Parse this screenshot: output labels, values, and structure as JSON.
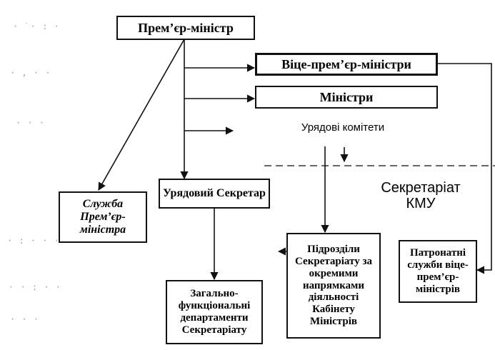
{
  "nodes": {
    "prime_minister": "Прем’єр-міністр",
    "vice_prime_ministers": "Віце-прем’єр-міністри",
    "ministers": "Міністри",
    "government_committees": "Урядові комітети",
    "pm_service": "Служба Прем’єр-міністра",
    "government_secretary": "Урядовий Секретар",
    "secretariat_cmu": "Секретаріат КМУ",
    "secretariat_subdivisions": "Підрозділи Секретаріату за окремими напрямками діяльності Кабінету Міністрів",
    "patronage_services": "Патронатні служби віце-прем’єр-міністрів",
    "general_departments": "Загально-функціональні департаменти Секретаріату"
  }
}
